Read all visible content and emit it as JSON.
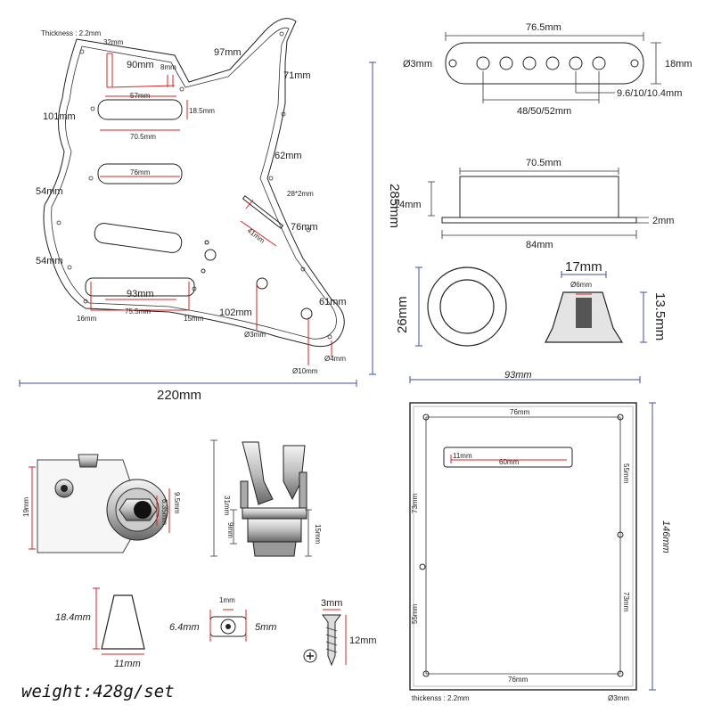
{
  "pickguard": {
    "thickness": "Thickness : 2.2mm",
    "d32": "32mm",
    "d90": "90mm",
    "d8": "8mm",
    "d97": "97mm",
    "d71": "71mm",
    "d57": "57mm",
    "d101": "101mm",
    "d18_5": "18.5mm",
    "d70_5": "70.5mm",
    "d62": "62mm",
    "d76a": "76mm",
    "d54a": "54mm",
    "d28x2": "28*2mm",
    "d76b": "76mm",
    "d41": "41mm",
    "d54b": "54mm",
    "d93": "93mm",
    "d61": "61mm",
    "d16": "16mm",
    "d75_5": "75.5mm",
    "d15": "15mm",
    "d102": "102mm",
    "d3": "Ø3mm",
    "d4": "Ø4mm",
    "d10": "Ø10mm",
    "width": "220mm",
    "height": "285mm"
  },
  "pickup_top": {
    "length": "76.5mm",
    "hole": "Ø3mm",
    "height": "18mm",
    "pole_d": "9.6/10/10.4mm",
    "spacing": "48/50/52mm"
  },
  "pickup_side": {
    "length": "70.5mm",
    "base": "84mm",
    "height": "14mm",
    "lip": "2mm"
  },
  "knob": {
    "ring_d": "26mm",
    "top_d": "17mm",
    "shaft": "Ø6mm",
    "height": "13.5mm"
  },
  "jack": {
    "h19": "19mm",
    "d6_35": "6.35mm",
    "d9_5": "9.5mm",
    "h31": "31mm",
    "h9": "9mm",
    "h15": "15mm"
  },
  "switch_tip": {
    "height": "18.4mm",
    "width": "11mm"
  },
  "washer": {
    "inner": "1mm",
    "width": "6.4mm",
    "height": "5mm"
  },
  "screw": {
    "head": "3mm",
    "length": "12mm"
  },
  "backplate": {
    "width_outer": "93mm",
    "height_outer": "146mm",
    "top_span": "76mm",
    "slot_h": "11mm",
    "slot_w": "60mm",
    "right_upper": "55mm",
    "left_upper": "73mm",
    "right_lower": "73mm",
    "left_lower": "55mm",
    "bottom_span": "76mm",
    "thickness": "thickenss : 2.2mm",
    "hole": "Ø3mm"
  },
  "weight": "weight:428g/set"
}
